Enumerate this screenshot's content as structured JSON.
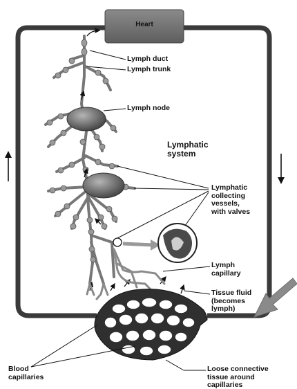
{
  "diagram": {
    "heart": "Heart",
    "system_title": "Lymphatic\nsystem",
    "labels": {
      "lymph_duct": "Lymph duct",
      "lymph_trunk": "Lymph trunk",
      "lymph_node": "Lymph node",
      "collecting_vessels": "Lymphatic\ncollecting\nvessels,\nwith valves",
      "lymph_capillary": "Lymph\ncapillary",
      "tissue_fluid": "Tissue fluid\n(becomes\nlymph)",
      "blood_capillaries": "Blood\ncapillaries",
      "loose_connective": "Loose connective\ntissue around\ncapillaries"
    },
    "colors": {
      "vessel": "#3a3a3a",
      "heart": "#6e6e6e",
      "node": "#5a5a5a",
      "pointer_arrow": "#8a8a8a"
    }
  }
}
